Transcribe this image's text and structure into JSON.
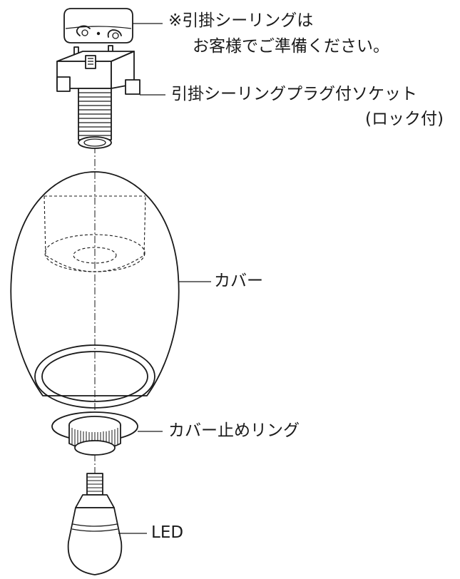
{
  "labels": {
    "ceiling_note_line1": "※引掛シーリングは",
    "ceiling_note_line2": "お客様でご準備ください。",
    "socket_line1": "引掛シーリングプラグ付ソケット",
    "socket_line2": "(ロック付)",
    "cover": "カバー",
    "cover_ring": "カバー止めリング",
    "led": "LED"
  }
}
